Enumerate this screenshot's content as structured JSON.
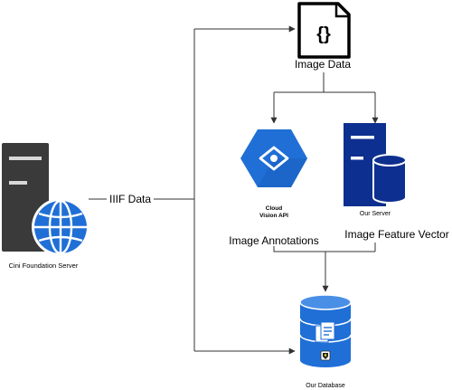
{
  "nodes": {
    "server": {
      "label": "Cini Foundation Server"
    },
    "image_data": {
      "label": "Image Data",
      "glyph": "{}"
    },
    "vision_api": {
      "label_line1": "Cloud",
      "label_line2": "Vision API"
    },
    "our_server": {
      "label": "Our Server"
    },
    "database": {
      "label": "Our Database"
    }
  },
  "edges": {
    "iiif": {
      "label": "IIIF Data"
    },
    "annotations": {
      "label": "Image Annotations"
    },
    "feature_vector": {
      "label": "Image Feature Vector"
    }
  },
  "icons": {
    "server": "server-globe-icon",
    "file": "code-file-icon",
    "vision": "cloud-vision-hexagon-icon",
    "our_server": "tower-server-database-icon",
    "database": "database-documents-icon"
  },
  "colors": {
    "blue": "#1f6fd6",
    "dark_blue": "#0d2f8f",
    "server_gray": "#3a3a3a",
    "line": "#333333"
  }
}
